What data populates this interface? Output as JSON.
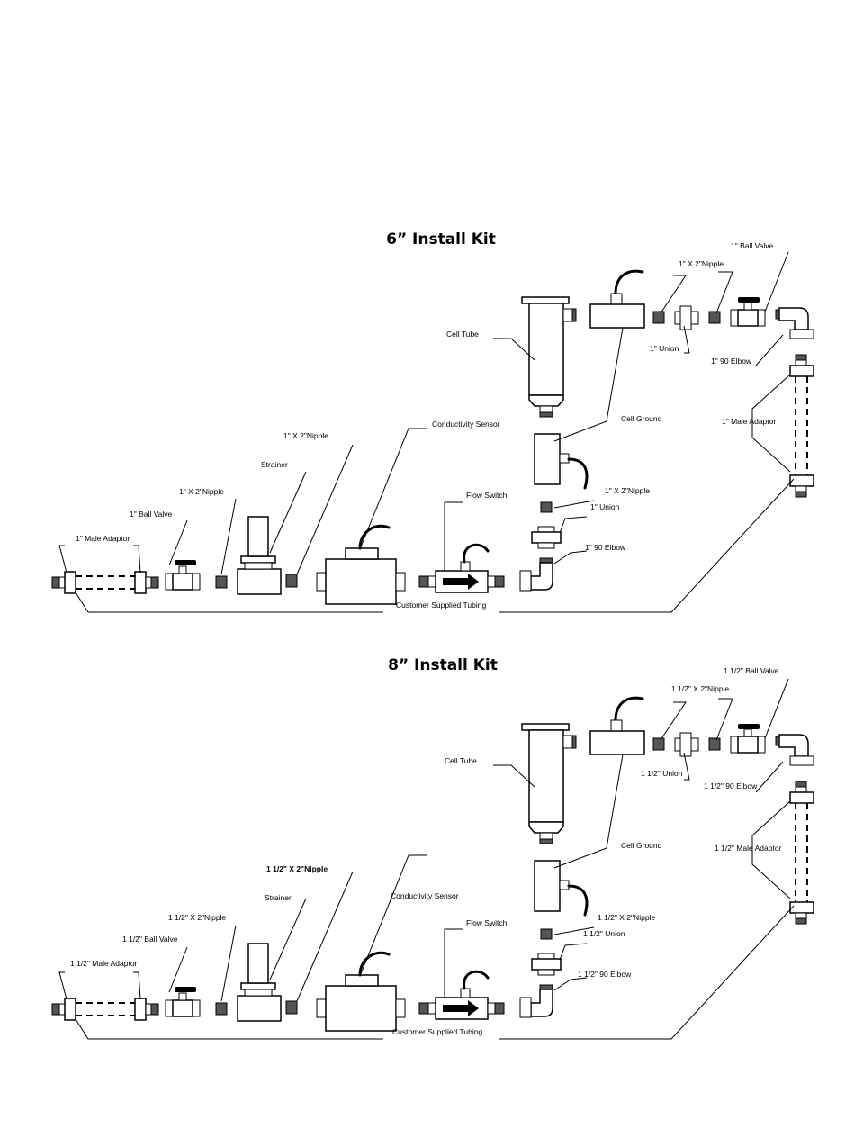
{
  "kits": [
    {
      "title": "6” Install Kit",
      "labels": {
        "cell_tube": "Cell Tube",
        "cell_ground": "Cell Ground",
        "nipple_top": "1\" X 2\"Nipple",
        "union_top": "1\" Union",
        "ball_valve_top": "1\" Ball Valve",
        "elbow_top": "1\" 90 Elbow",
        "male_adaptor_right": "1\" Male Adaptor",
        "conductivity_sensor": "Conductivity Sensor",
        "nipple_mid": "1\" X 2\"Nipple",
        "strainer": "Strainer",
        "nipple_left": "1\" X 2\"Nipple",
        "ball_valve_left": "1\" Ball Valve",
        "male_adaptor_left": "1\" Male Adaptor",
        "flow_switch": "Flow Switch",
        "nipple_right": "1\" X 2\"Nipple",
        "union_right": "1\" Union",
        "elbow_right": "1\" 90 Elbow",
        "tubing": "Customer Supplied Tubing"
      }
    },
    {
      "title": "8” Install Kit",
      "labels": {
        "cell_tube": "Cell Tube",
        "cell_ground": "Cell Ground",
        "nipple_top": "1 1/2\" X 2\"Nipple",
        "union_top": "1 1/2\" Union",
        "ball_valve_top": "1 1/2\" Ball Valve",
        "elbow_top": "1 1/2\" 90 Elbow",
        "male_adaptor_right": "1 1/2\" Male Adaptor",
        "conductivity_sensor": "Conductivity Sensor",
        "nipple_mid": "1 1/2\" X 2\"Nipple",
        "strainer": "Strainer",
        "nipple_left": "1 1/2\" X 2\"Nipple",
        "ball_valve_left": "1 1/2\" Ball Valve",
        "male_adaptor_left": "1 1/2\" Male Adaptor",
        "flow_switch": "Flow Switch",
        "nipple_right": "1 1/2\" X 2\"Nipple",
        "union_right": "1 1/2\" Union",
        "elbow_right": "1 1/2\" 90 Elbow",
        "tubing": "Customer Supplied Tubing"
      }
    }
  ]
}
